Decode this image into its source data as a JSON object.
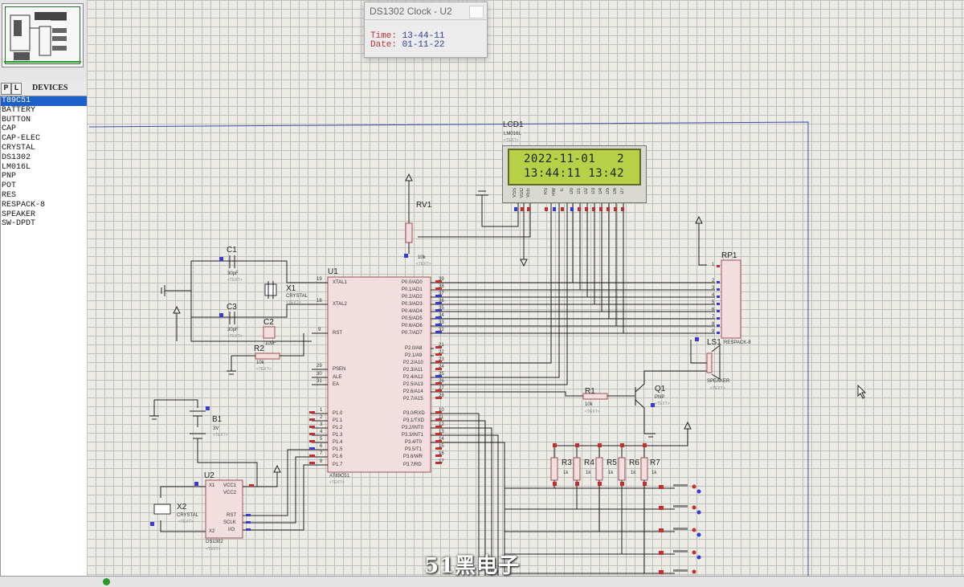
{
  "popup": {
    "title": "DS1302 Clock - U2",
    "time_label": "Time:",
    "time_value": "13-44-11",
    "date_label": "Date:",
    "date_value": "01-11-22"
  },
  "lcd": {
    "ref": "LCD1",
    "part": "LM016L",
    "line1": "2022-11-01   2",
    "line2": "13:44:11 13:42",
    "pins": [
      "VSS",
      "VDD",
      "VEE",
      "RS",
      "RW",
      "E",
      "D0",
      "D1",
      "D2",
      "D3",
      "D4",
      "D5",
      "D6",
      "D7"
    ]
  },
  "devices": {
    "header_buttons": [
      "P",
      "L"
    ],
    "title": "DEVICES",
    "items": [
      "T89C51",
      "BATTERY",
      "BUTTON",
      "CAP",
      "CAP-ELEC",
      "CRYSTAL",
      "DS1302",
      "LM016L",
      "PNP",
      "POT",
      "RES",
      "RESPACK-8",
      "SPEAKER",
      "SW-DPDT"
    ],
    "selected_index": 0
  },
  "components": {
    "u1": {
      "ref": "U1",
      "part": "AT89C51"
    },
    "u1_left_pins": [
      {
        "name": "XTAL1",
        "num": "19"
      },
      {
        "name": "XTAL2",
        "num": "18"
      },
      {
        "name": "RST",
        "num": "9"
      },
      {
        "name": "PSEN",
        "num": "29"
      },
      {
        "name": "ALE",
        "num": "30"
      },
      {
        "name": "EA",
        "num": "31"
      },
      {
        "name": "P1.0",
        "num": "1"
      },
      {
        "name": "P1.1",
        "num": "2"
      },
      {
        "name": "P1.2",
        "num": "3"
      },
      {
        "name": "P1.3",
        "num": "4"
      },
      {
        "name": "P1.4",
        "num": "5"
      },
      {
        "name": "P1.5",
        "num": "6"
      },
      {
        "name": "P1.6",
        "num": "7"
      },
      {
        "name": "P1.7",
        "num": "8"
      }
    ],
    "u1_right_pins": [
      {
        "name": "P0.0/AD0",
        "num": "39"
      },
      {
        "name": "P0.1/AD1",
        "num": "38"
      },
      {
        "name": "P0.2/AD2",
        "num": "37"
      },
      {
        "name": "P0.3/AD3",
        "num": "36"
      },
      {
        "name": "P0.4/AD4",
        "num": "35"
      },
      {
        "name": "P0.5/AD5",
        "num": "34"
      },
      {
        "name": "P0.6/AD6",
        "num": "33"
      },
      {
        "name": "P0.7/AD7",
        "num": "32"
      },
      {
        "name": "P2.0/A8",
        "num": "21"
      },
      {
        "name": "P2.1/A9",
        "num": "22"
      },
      {
        "name": "P2.2/A10",
        "num": "23"
      },
      {
        "name": "P2.3/A11",
        "num": "24"
      },
      {
        "name": "P2.4/A12",
        "num": "25"
      },
      {
        "name": "P2.5/A13",
        "num": "26"
      },
      {
        "name": "P2.6/A14",
        "num": "27"
      },
      {
        "name": "P2.7/A15",
        "num": "28"
      },
      {
        "name": "P3.0/RXD",
        "num": "10"
      },
      {
        "name": "P3.1/TXD",
        "num": "11"
      },
      {
        "name": "P3.2/INT0",
        "num": "12"
      },
      {
        "name": "P3.3/INT1",
        "num": "13"
      },
      {
        "name": "P3.4/T0",
        "num": "14"
      },
      {
        "name": "P3.5/T1",
        "num": "15"
      },
      {
        "name": "P3.6/WR",
        "num": "16"
      },
      {
        "name": "P3.7/RD",
        "num": "17"
      }
    ],
    "u2": {
      "ref": "U2",
      "part": "DS1302",
      "pins_left": [
        "X1",
        "X2"
      ],
      "pins_right": [
        "VCC1",
        "VCC2",
        "RST",
        "SCLK",
        "I/O"
      ]
    },
    "x1": {
      "ref": "X1",
      "part": "CRYSTAL"
    },
    "x2": {
      "ref": "X2",
      "part": "CRYSTAL"
    },
    "c1": {
      "ref": "C1",
      "value": "30pF"
    },
    "c2": {
      "ref": "C2",
      "value": "10uF"
    },
    "c3": {
      "ref": "C3",
      "value": "30pF"
    },
    "r1": {
      "ref": "R1",
      "value": "10k"
    },
    "r2": {
      "ref": "R2",
      "value": "10k"
    },
    "rv1": {
      "ref": "RV1",
      "value": "10k"
    },
    "b1": {
      "ref": "B1",
      "value": "3V"
    },
    "q1": {
      "ref": "Q1",
      "part": "PNP"
    },
    "rp1": {
      "ref": "RP1",
      "part": "RESPACK-8",
      "pins": [
        "1",
        "2",
        "3",
        "4",
        "5",
        "6",
        "7",
        "8",
        "9"
      ]
    },
    "ls1": {
      "ref": "LS1",
      "part": "SPEAKER"
    },
    "r_bank": [
      {
        "ref": "R3",
        "value": "1k"
      },
      {
        "ref": "R4",
        "value": "1k"
      },
      {
        "ref": "R5",
        "value": "1k"
      },
      {
        "ref": "R6",
        "value": "1k"
      },
      {
        "ref": "R7",
        "value": "1k"
      }
    ],
    "text_placeholder": "<TEXT>"
  },
  "watermark": "51黑电子"
}
